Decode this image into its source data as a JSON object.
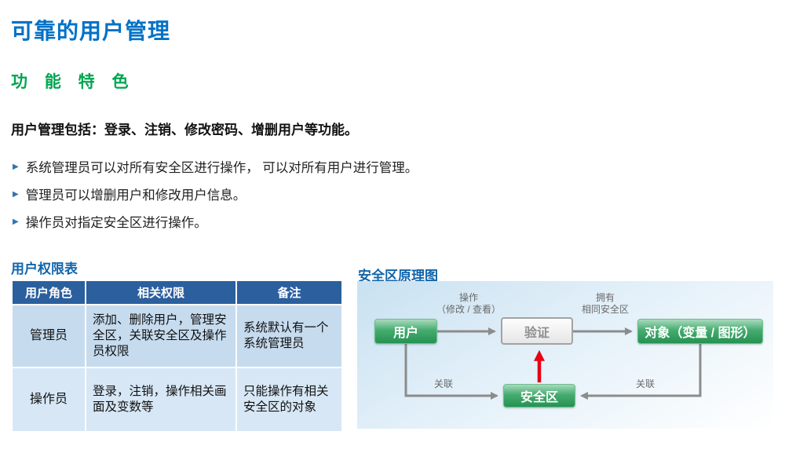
{
  "page": {
    "title": "可靠的用户管理",
    "section_heading": "功 能 特 色",
    "intro": "用户管理包括：登录、注销、修改密码、增删用户等功能。",
    "bullets": [
      "系统管理员可以对所有安全区进行操作， 可以对所有用户进行管理。",
      "管理员可以增删用户和修改用户信息。",
      "操作员对指定安全区进行操作。"
    ],
    "colors": {
      "title_blue": "#0072c6",
      "heading_green": "#00a651",
      "subheading_blue": "#1265ab",
      "table_header_bg": "#2b5f9e",
      "table_row_bg_1": "#c6dbee",
      "table_row_bg_2": "#d7e7f5",
      "node_green": "#259252",
      "arrow_gray": "#8c8c8c",
      "arrow_red": "#e60012"
    }
  },
  "permission_table": {
    "heading": "用户权限表",
    "columns": [
      "用户角色",
      "相关权限",
      "备注"
    ],
    "rows": [
      {
        "role": "管理员",
        "permissions": "添加、删除用户，管理安全区，关联安全区及操作员权限",
        "note": "系统默认有一个系统管理员"
      },
      {
        "role": "操作员",
        "permissions": "登录，注销，操作相关画面及变数等",
        "note": "只能操作有相关安全区的对象"
      }
    ]
  },
  "diagram": {
    "heading": "安全区原理图",
    "nodes": {
      "user": "用户",
      "verify": "验证",
      "object": "对象（变量 / 图形）",
      "zone": "安全区"
    },
    "labels": {
      "operate_line1": "操作",
      "operate_line2": "（修改 / 查看）",
      "own_line1": "拥有",
      "own_line2": "相同安全区",
      "assoc_left": "关联",
      "assoc_right": "关联"
    }
  }
}
